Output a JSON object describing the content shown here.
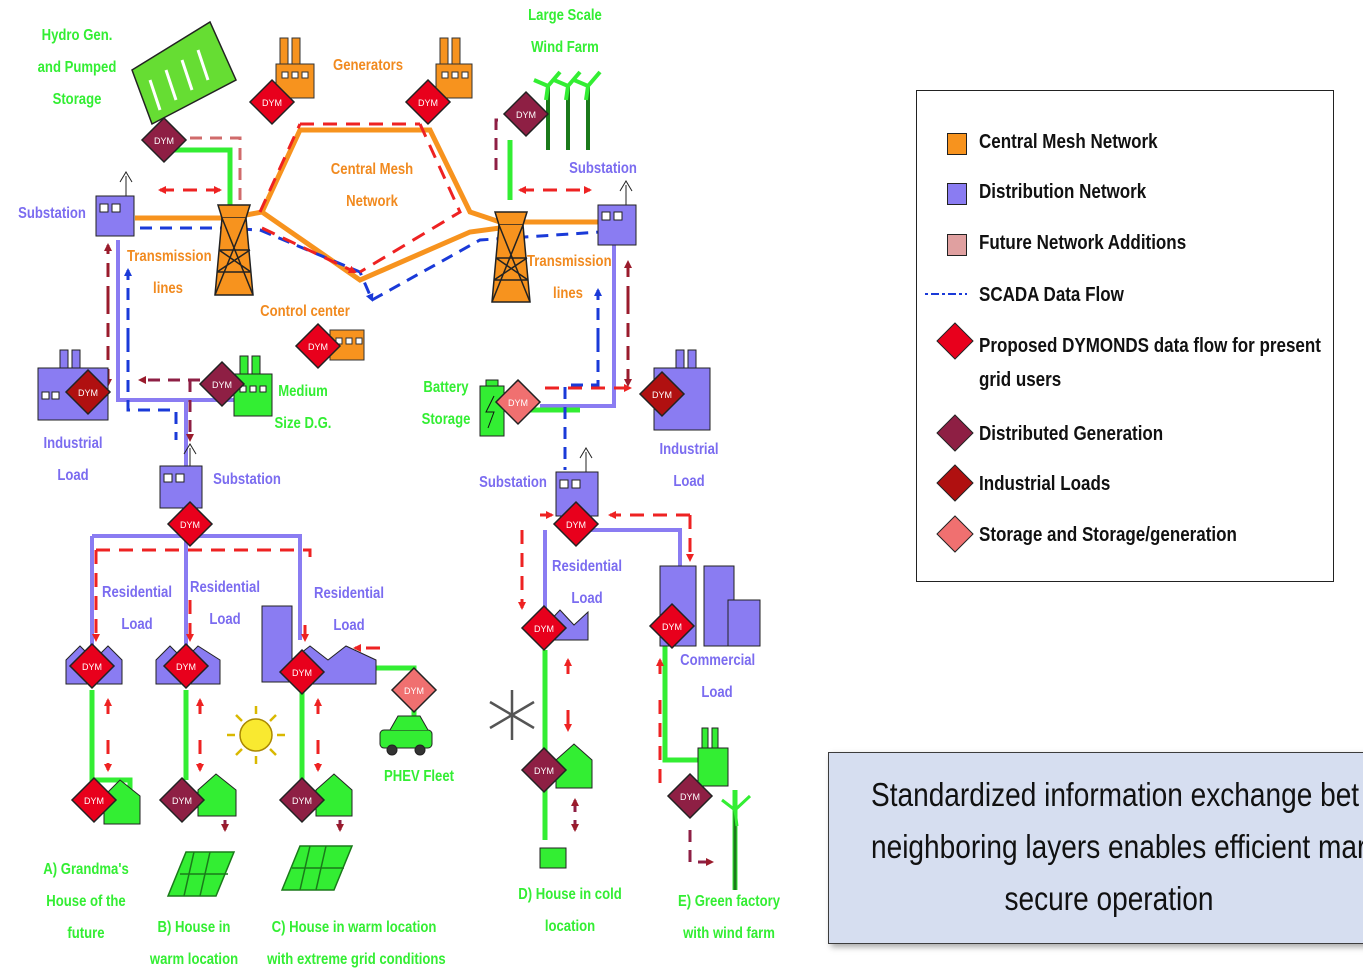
{
  "labels": {
    "hydro": "Hydro Gen.\nand Pumped\nStorage",
    "generators": "Generators",
    "wind_farm": "Large Scale\nWind Farm",
    "central_mesh": "Central Mesh\nNetwork",
    "substation_left": "Substation",
    "substation_right": "Substation",
    "transmission_left": "Transmission\nlines",
    "transmission_right": "Transmission\nlines",
    "control_center": "Control center",
    "medium_dg": "Medium\nSize D.G.",
    "industrial_left": "Industrial\nLoad",
    "industrial_right": "Industrial\nLoad",
    "battery": "Battery\nStorage",
    "substation_mid_left": "Substation",
    "substation_mid_right": "Substation",
    "res_load_1": "Residential\nLoad",
    "res_load_2": "Residential\nLoad",
    "res_load_3": "Residential\nLoad",
    "res_load_4": "Residential\nLoad",
    "commercial": "Commercial\nLoad",
    "phev": "PHEV Fleet",
    "house_a": "A) Grandma's\nHouse of the\nfuture",
    "house_b": "B) House in\nwarm location",
    "house_c": "C) House in warm location\nwith extreme grid conditions",
    "house_d": "D) House in cold\nlocation",
    "house_e": "E) Green factory\nwith wind farm",
    "dym": "DYM"
  },
  "legend": {
    "central_mesh": "Central Mesh Network",
    "distribution": "Distribution Network",
    "future": "Future Network Additions",
    "scada": "SCADA Data Flow",
    "dymonds": "Proposed DYMONDS data flow for present\ngrid users",
    "dist_gen": "Distributed Generation",
    "industrial": "Industrial Loads",
    "storage": "Storage and Storage/generation"
  },
  "callout": {
    "text": "Standardized information exchange bet\nneighboring layers enables efficient mark\nsecure operation"
  },
  "colors": {
    "central_mesh": "#f7931e",
    "distribution": "#8a7cf2",
    "future": "#e0a0a0",
    "scada": "#1a3ad8",
    "dymonds": "#e8001c",
    "dist_gen": "#8e1f44",
    "industrial": "#b01010",
    "storage": "#f07070",
    "green_line": "#33ee33",
    "red_dash": "#ee2222"
  }
}
